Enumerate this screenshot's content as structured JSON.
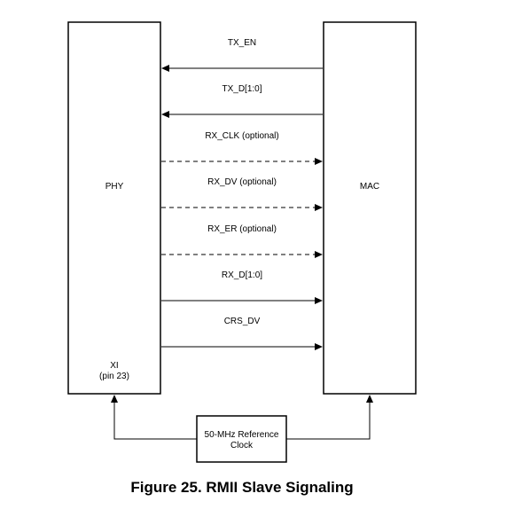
{
  "blocks": {
    "phy_label": "PHY",
    "mac_label": "MAC",
    "xi_label": "XI",
    "xi_pin": "(pin 23)",
    "clock_line1": "50-MHz Reference",
    "clock_line2": "Clock"
  },
  "signals": [
    {
      "label": "TX_EN",
      "direction": "mac-to-phy",
      "optional": false
    },
    {
      "label": "TX_D[1:0]",
      "direction": "mac-to-phy",
      "optional": false
    },
    {
      "label": "RX_CLK (optional)",
      "direction": "phy-to-mac",
      "optional": true
    },
    {
      "label": "RX_DV (optional)",
      "direction": "phy-to-mac",
      "optional": true
    },
    {
      "label": "RX_ER (optional)",
      "direction": "phy-to-mac",
      "optional": true
    },
    {
      "label": "RX_D[1:0]",
      "direction": "phy-to-mac",
      "optional": false
    },
    {
      "label": "CRS_DV",
      "direction": "phy-to-mac",
      "optional": false
    }
  ],
  "caption": "Figure 25.  RMII Slave Signaling"
}
